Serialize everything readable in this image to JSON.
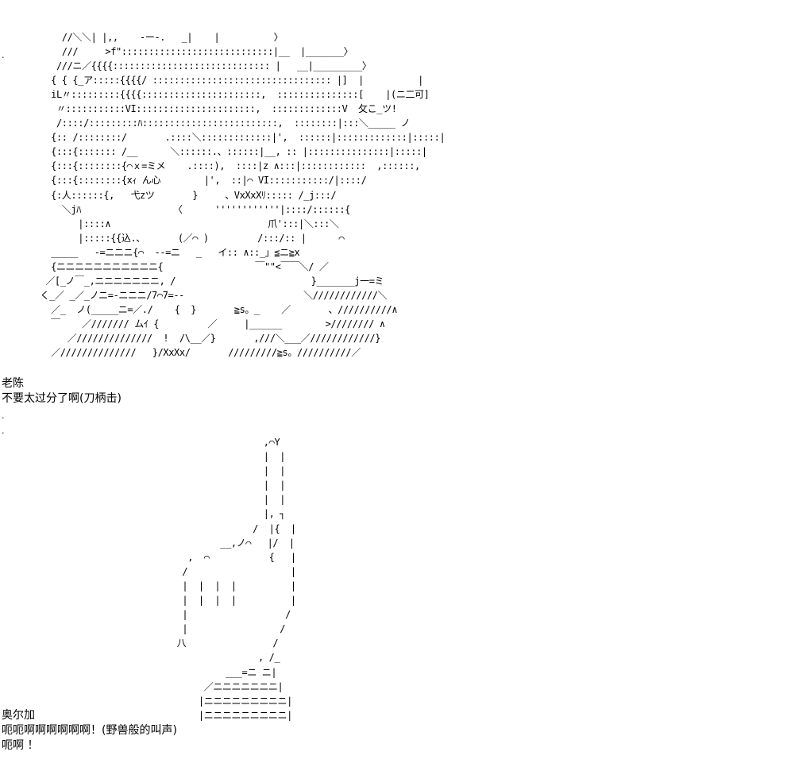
{
  "markers": {
    "top": ".",
    "middle_1": ".",
    "middle_2": "."
  },
  "art": {
    "character": "       //＼＼| |,,    ‐ー-.   _|    |          〉\n       ///     >f\"::::::::::::::::::::::::::::|__  |_______〉\n      ///ニ／{{{{::::::::::::::::::::::::::::: |   __|_________〉\n     { { {_ア:::::{{{{/ ::::::::::::::::::::::::::::::::: |]  |          |\n     iL〃:::::::::{{{{::::::::::::::::::::::,  :::::::::::::::[    |(ニ二可]\n      〃:::::::::::VI::::::::::::::::::::::,  :::::::::::::V  攵こ_ツ!\n      /::::/:::::::::ﾊ:::::::::::::::::::::::::,  ::::::::|:::＼_____ ノ\n     {:: /::::::::/       .::::＼:::::::::::::|',  ::::::|:::::::::::::|:::::|\n     {:::{::::::: /__      ＼::::::.、::::::|__, :: |:::::::::::::::|:::::|\n     {:::{::::::::{⌒ｘ=ミメ    .::::),  ::::|z ∧:::|::::::::::::  ,::::::,\n     {:::{::::::::{xｨ ん心        |',  ::|⌒ VI:::::::::::/|::::/\n     {:人::::::{,   弋zツ       }     、VxXxXﾘ::::: /_j:::/\n       ＼jﾊ                 〈      ''''''''''''|::::/::::::{\n          |::::∧                             爪':::|＼:::＼\n          |:::::{{込.、      (／⌒ )         /:::/:: |      ⌒\n     _____   -=ニニニ{⌒  ‐‐=ニ   _   イ:: ∧::_」≦ニ≧x\n     {ニニニニニニニニニニニ{                 ￣\"\"<￣￣＼/ ／\n    ／[_ノ￣_,ニニニニニニニ, /                         }_______j一=ミ\n   く_／ _／_ノニ=-ニニニ/7⌒7=‐-                      ＼////////////＼\n     ／_  ノ(_____ニ=／./    {  }       ≧s。_    ／       、//////////∧\n     ￣    ／/////// ムｲ {         ／     |______        >//////// ∧\n        ／//////////////  !  /\\__／}       ,///＼___／////////////}\n     ／//////////////   }/XxXx/       /////////≧s。//////////／",
    "hand": "                        ,⌒Y\n                        |  |\n                        |  |\n                        |  |\n                        |  |\n                        |, ┐\n                      /  |{  |\n                __,ノ⌒   |/  |\n          ,  ⌒           {   |\n         /                   |\n         |  |  |  |          |\n         |  |  |  |          |\n         |                  /\n         |                 /\n        八                /\n                       , /_\n                 ___=ニ ニ|\n             ／ニニニニニニニ|\n            |ニニニニニニニニニ|\n            |ニニニニニニニニニ|"
  },
  "dialogue_1": {
    "speaker": "老陈",
    "line": "不要太过分了啊(刀柄击)"
  },
  "dialogue_2": {
    "speaker": "奥尔加",
    "line_1": "呃呃啊啊啊啊啊啊！(野兽般的叫声)",
    "line_2": "呃啊 ！"
  }
}
